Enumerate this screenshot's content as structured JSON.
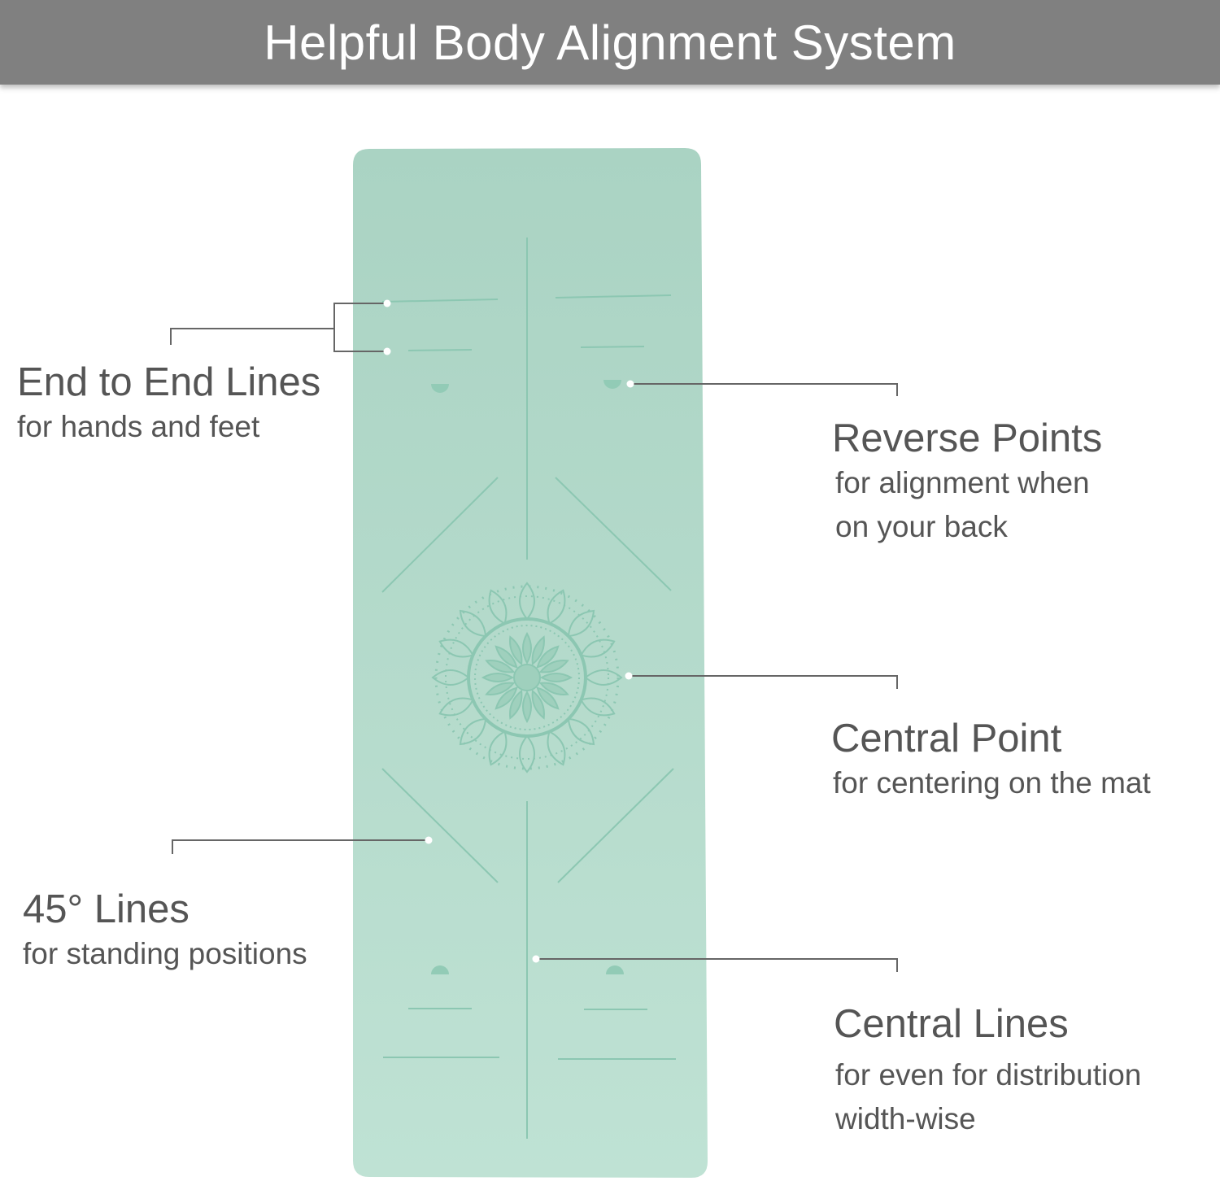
{
  "header": {
    "title": "Helpful Body Alignment System"
  },
  "callouts": [
    {
      "title": "End to End Lines",
      "subtitle": [
        "for hands and feet"
      ]
    },
    {
      "title": "Reverse Points",
      "subtitle": [
        "for alignment when",
        "on your back"
      ]
    },
    {
      "title": "Central Point",
      "subtitle": [
        "for centering on the mat"
      ]
    },
    {
      "title": "45° Lines",
      "subtitle": [
        "for standing positions"
      ]
    },
    {
      "title": "Central Lines",
      "subtitle": [
        "for even for distribution",
        "width-wise"
      ]
    }
  ],
  "colors": {
    "header": "#808080",
    "mat": "#b0d8c8",
    "mat_lines": "#8cc7b2",
    "text": "#555555"
  }
}
